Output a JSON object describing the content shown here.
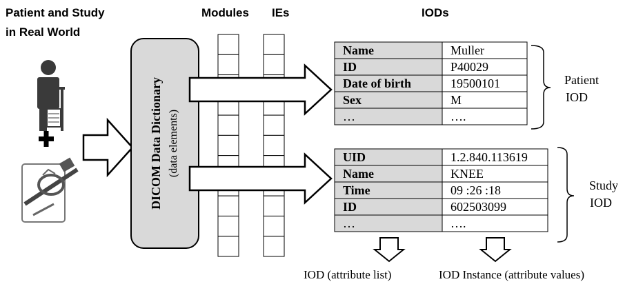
{
  "headers": {
    "left_line1": "Patient and Study",
    "left_line2": "in Real World",
    "modules": "Modules",
    "ies": "IEs",
    "iods": "IODs"
  },
  "dictionary": {
    "title": "DICOM Data Dictionary",
    "subtitle": "(data elements)"
  },
  "patient_table": {
    "rows": [
      {
        "attr": "Name",
        "value": "Muller"
      },
      {
        "attr": "ID",
        "value": "P40029"
      },
      {
        "attr": "Date of birth",
        "value": "19500101"
      },
      {
        "attr": "Sex",
        "value": "M"
      },
      {
        "attr": "…",
        "value": "…."
      }
    ],
    "label_line1": "Patient",
    "label_line2": "IOD"
  },
  "study_table": {
    "rows": [
      {
        "attr": "UID",
        "value": "1.2.840.113619"
      },
      {
        "attr": "Name",
        "value": "KNEE"
      },
      {
        "attr": "Time",
        "value": "09 :26 :18"
      },
      {
        "attr": "ID",
        "value": "602503099"
      },
      {
        "attr": "…",
        "value": "…."
      }
    ],
    "label_line1": "Study",
    "label_line2": "IOD"
  },
  "footer": {
    "iod_label": "IOD (attribute list)",
    "instance_label": "IOD Instance (attribute values)"
  },
  "icons": [
    "patient-on-crutches-icon",
    "plus-icon",
    "mri-scanner-icon"
  ],
  "colors": {
    "attr_column_fill": "#d9d9d9",
    "dictionary_fill": "#d9d9d9",
    "stroke": "#000000",
    "icon_fill": "#3a3a3a"
  }
}
